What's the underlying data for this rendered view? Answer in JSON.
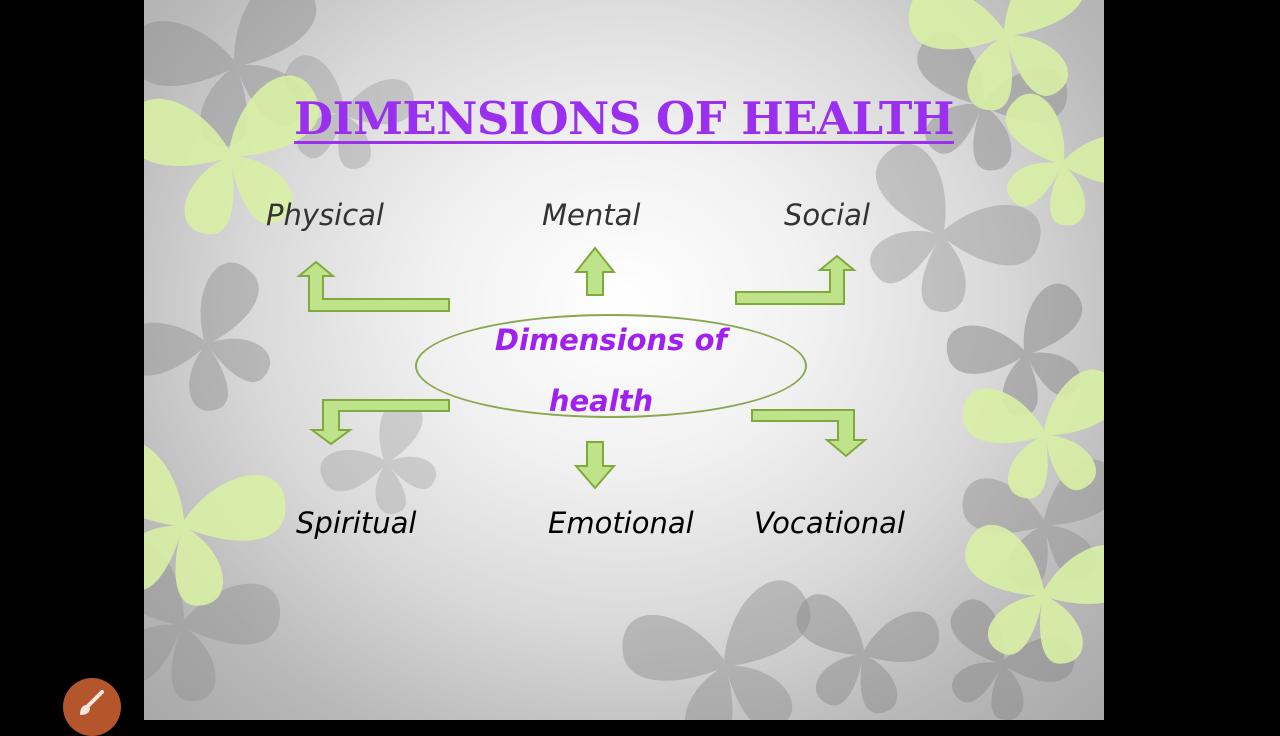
{
  "slide": {
    "title": "DIMENSIONS OF HEALTH",
    "center_line1": "Dimensions of",
    "center_line2": "health",
    "dimensions": {
      "physical": "Physical",
      "mental": "Mental",
      "social": "Social",
      "spiritual": "Spiritual",
      "emotional": "Emotional",
      "vocational": "Vocational"
    }
  },
  "colors": {
    "title": "#9b2ff0",
    "center_text": "#a020f0",
    "top_labels": "#333333",
    "bottom_labels": "#000000",
    "arrow_fill": "#bfe38a",
    "arrow_stroke": "#7faa3a",
    "ellipse_stroke": "#8aa64e",
    "butterfly_green": "#d9f0a5",
    "butterfly_gray": "#8e8e8e"
  },
  "icons": {
    "decor": "butterfly-icon",
    "tool": "paintbrush-icon"
  }
}
